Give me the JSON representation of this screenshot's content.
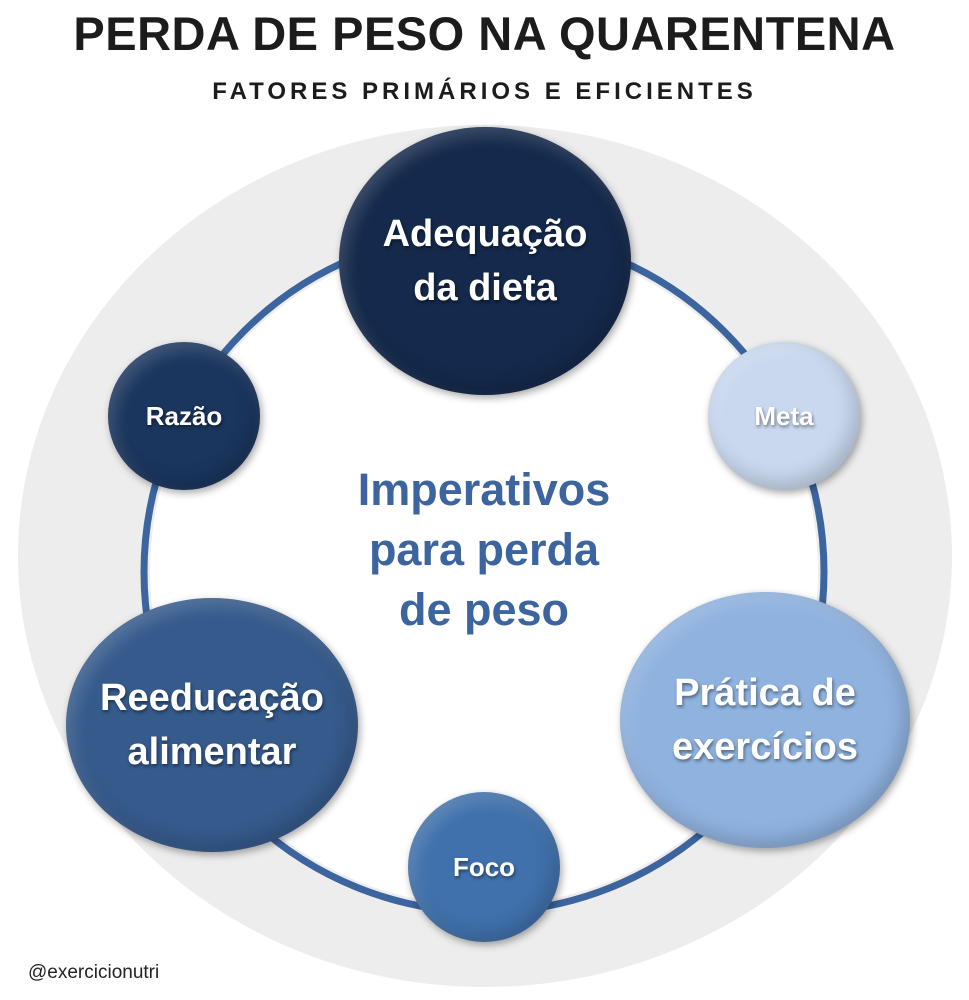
{
  "title": "PERDA DE PESO NA QUARENTENA",
  "subtitle": "FATORES PRIMÁRIOS E EFICIENTES",
  "center": {
    "lines": [
      "Imperativos",
      "para perda",
      "de peso"
    ]
  },
  "nodes": {
    "dieta": {
      "lines": [
        "Adequação",
        "da dieta"
      ],
      "color": "#14294b"
    },
    "razao": {
      "lines": [
        "Razão"
      ],
      "color": "#1a355e"
    },
    "meta": {
      "lines": [
        "Meta"
      ],
      "color": "#c9d8ef"
    },
    "reeducacao": {
      "lines": [
        "Reeducação",
        "alimentar"
      ],
      "color": "#355a8c"
    },
    "pratica": {
      "lines": [
        "Prática de",
        "exercícios"
      ],
      "color": "#8fb2df"
    },
    "foco": {
      "lines": [
        "Foco"
      ],
      "color": "#4071ac"
    }
  },
  "ring_color": "#3c649f",
  "credit": "@exercicionutri"
}
